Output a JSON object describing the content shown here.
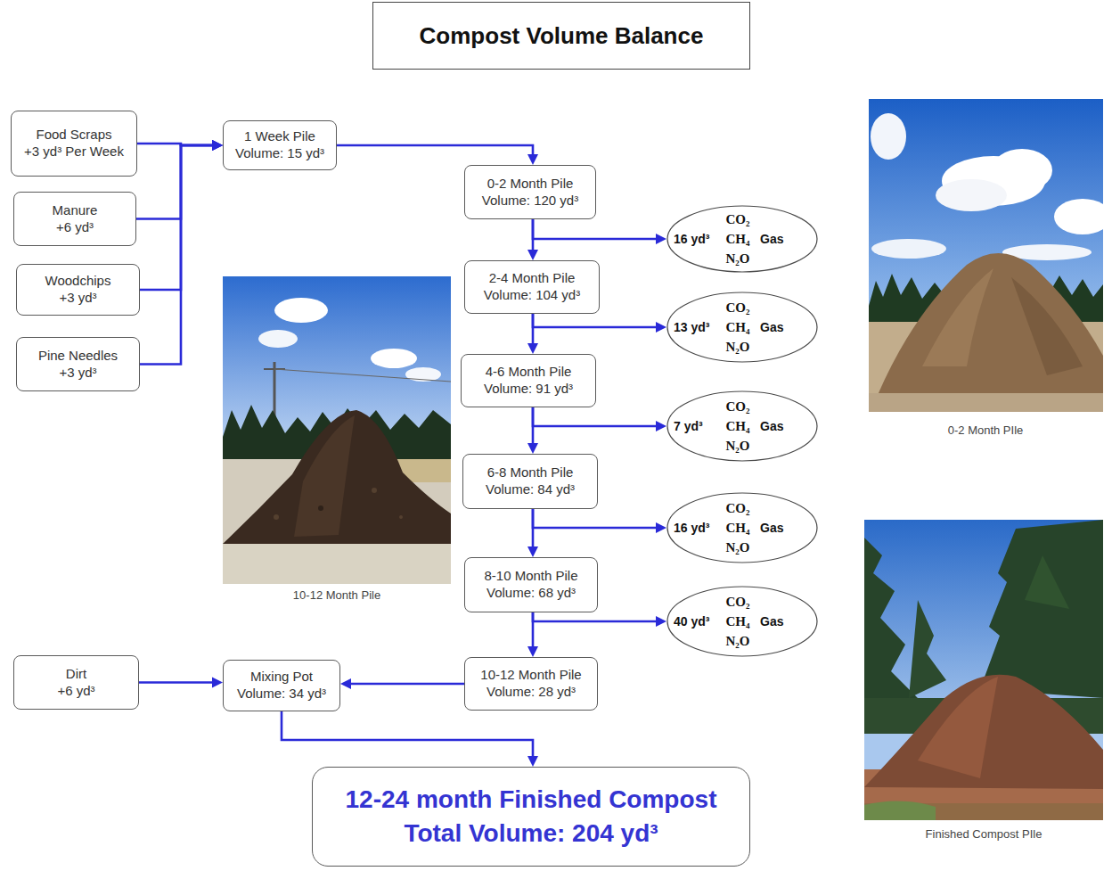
{
  "diagram": {
    "title": "Compost Volume Balance",
    "nodes": [
      {
        "text": [
          "Food Scraps",
          "+3 yd³ Per Week"
        ]
      },
      {
        "text": [
          "Manure",
          "+6 yd³"
        ]
      },
      {
        "text": [
          "Woodchips",
          "+3 yd³"
        ]
      },
      {
        "text": [
          "Pine Needles",
          "+3 yd³"
        ]
      },
      {
        "text": [
          "1 Week Pile",
          "Volume: 15 yd³"
        ]
      },
      {
        "text": [
          "0-2 Month Pile",
          "Volume: 120 yd³"
        ]
      },
      {
        "text": [
          "16 yd³",
          "CO₂",
          "CH₄",
          "N₂O",
          "Gas"
        ]
      },
      {
        "text": [
          "2-4 Month Pile",
          "Volume: 104 yd³"
        ]
      },
      {
        "text": [
          "13 yd³",
          "CO₂",
          "CH₄",
          "N₂O",
          "Gas"
        ]
      },
      {
        "text": [
          "4-6 Month Pile",
          "Volume: 91 yd³"
        ]
      },
      {
        "text": [
          "7 yd³",
          "CO₂",
          "CH₄",
          "N₂O",
          "Gas"
        ]
      },
      {
        "text": [
          "6-8 Month Pile",
          "Volume: 84 yd³"
        ]
      },
      {
        "text": [
          "16 yd³",
          "CO₂",
          "CH₄",
          "N₂O",
          "Gas"
        ]
      },
      {
        "text": [
          "8-10 Month Pile",
          "Volume: 68 yd³"
        ]
      },
      {
        "text": [
          "40 yd³",
          "CO₂",
          "CH₄",
          "N₂O",
          "Gas"
        ]
      },
      {
        "text": [
          "Dirt",
          "+6 yd³"
        ]
      },
      {
        "text": [
          "Mixing Pot",
          "Volume: 34 yd³"
        ]
      },
      {
        "text": [
          "10-12 Month Pile",
          "Volume: 28 yd³"
        ]
      },
      {
        "text": [
          "12-24 month Finished Compost",
          "Total Volume: 204 yd³"
        ]
      }
    ],
    "edges": [
      {
        "from": 0,
        "to": 4,
        "arrow": "to"
      },
      {
        "from": 1,
        "to": 4,
        "arrow": "to"
      },
      {
        "from": 2,
        "to": 4,
        "arrow": "to"
      },
      {
        "from": 3,
        "to": 4,
        "arrow": "to"
      },
      {
        "from": 4,
        "to": 5,
        "arrow": "to"
      },
      {
        "from": 5,
        "to": 6,
        "arrow": "to"
      },
      {
        "from": 5,
        "to": 7,
        "arrow": "to"
      },
      {
        "from": 7,
        "to": 8,
        "arrow": "to"
      },
      {
        "from": 7,
        "to": 9,
        "arrow": "to"
      },
      {
        "from": 9,
        "to": 10,
        "arrow": "to"
      },
      {
        "from": 9,
        "to": 11,
        "arrow": "to"
      },
      {
        "from": 11,
        "to": 12,
        "arrow": "to"
      },
      {
        "from": 11,
        "to": 13,
        "arrow": "to"
      },
      {
        "from": 13,
        "to": 14,
        "arrow": "to"
      },
      {
        "from": 13,
        "to": 17,
        "arrow": "to"
      },
      {
        "from": 17,
        "to": 16,
        "arrow": "to"
      },
      {
        "from": 15,
        "to": 16,
        "arrow": "to"
      },
      {
        "from": 16,
        "to": 18,
        "arrow": "to"
      }
    ],
    "labels": [
      "0-2 Month PIle",
      "10-12 Month Pile",
      "Finished Compost PIle"
    ]
  }
}
